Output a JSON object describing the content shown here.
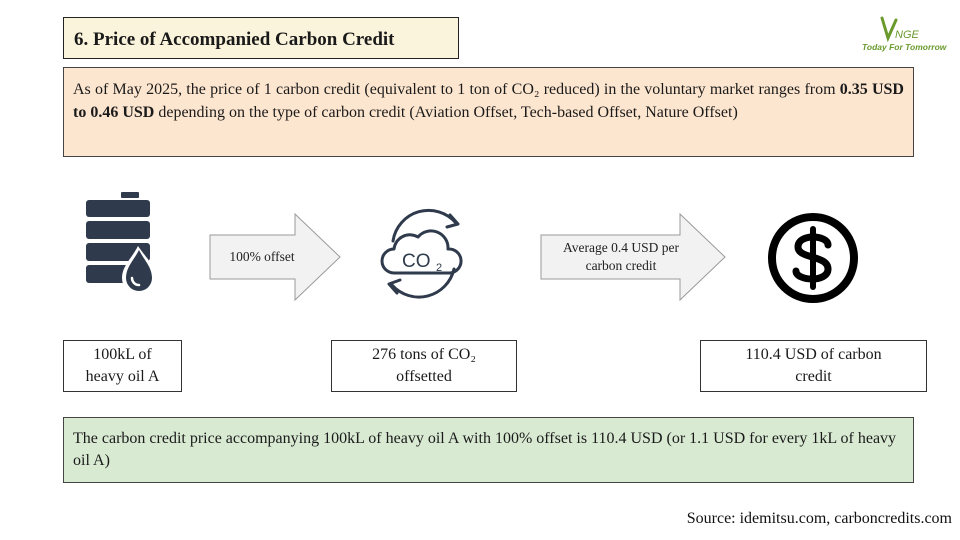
{
  "header": {
    "title": "6. Price of Accompanied Carbon Credit"
  },
  "logo": {
    "wordmark": "VNGE",
    "slogan": "Today For Tomorrow",
    "color": "#6a9a2c"
  },
  "intro": {
    "part1": "As of May 2025, the price of 1 carbon credit (equivalent to 1 ton of CO₂ reduced) in the voluntary market ranges from ",
    "highlight": "0.35 USD to 0.46 USD",
    "part2": " depending on the type of carbon credit (Aviation Offset, Tech-based Offset, Nature Offset)"
  },
  "flow": {
    "arrow1_text": "100% offset",
    "arrow2_line1": "Average 0.4 USD per",
    "arrow2_line2": "carbon credit",
    "co2_icon_text": "CO",
    "co2_icon_sub": "2",
    "label1_line1": "100kL of",
    "label1_line2": "heavy oil A",
    "label2_line1": "276 tons of CO₂",
    "label2_line2": "offsetted",
    "label3_line1": "110.4 USD of carbon",
    "label3_line2": "credit",
    "icons": [
      "oil-barrel-icon",
      "co2-cloud-icon",
      "dollar-coin-icon"
    ]
  },
  "summary": {
    "text": "The carbon credit price accompanying 100kL of heavy oil A with 100% offset is 110.4 USD (or 1.1 USD for every 1kL of heavy oil A)"
  },
  "footer": {
    "source": "Source: idemitsu.com, carboncredits.com"
  },
  "colors": {
    "title_bg": "#fbf4dc",
    "intro_bg": "#fde6cf",
    "summary_bg": "#d9ead3",
    "icon_dark": "#2f3b4c",
    "arrow_fill": "#f2f2f2"
  }
}
